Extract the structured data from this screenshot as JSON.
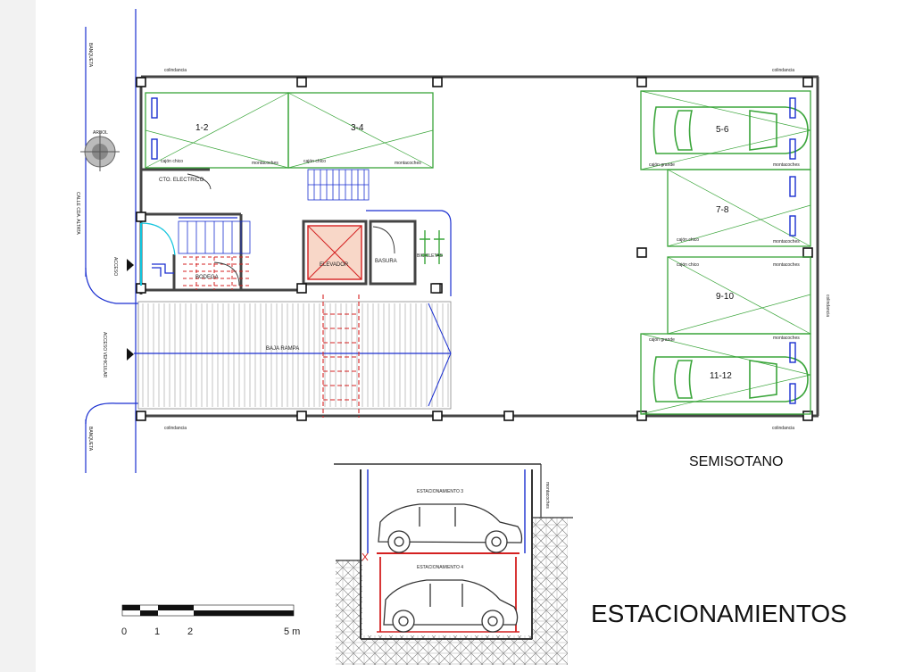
{
  "plan": {
    "title": "SEMISOTANO",
    "main_title": "ESTACIONAMIENTOS",
    "street": {
      "banqueta_top": "BANQUETA",
      "banqueta_bottom": "BANQUETA",
      "arbol": "ARBOL",
      "calle": "CALLE CDA. ALTATA",
      "acceso_peatonal": "ACCESO",
      "acceso_vehicular": "ACCESO VEHICULAR"
    },
    "colindancia": "colindancia",
    "rooms": {
      "cto_electrico": "CTO. ELECTRICO",
      "bodega": "BODEGA",
      "elevador": "ELEVADOR",
      "basura": "BASURA",
      "bicicletas": "BICICLETAS",
      "baja_rampa": "BAJA RAMPA"
    },
    "spots": [
      {
        "label": "1-2"
      },
      {
        "label": "3-4"
      },
      {
        "label": "5-6"
      },
      {
        "label": "7-8"
      },
      {
        "label": "9-10"
      },
      {
        "label": "11-12"
      }
    ],
    "tags": {
      "cajon_chico": "cajón chico",
      "cajon_grande": "cajón grande",
      "montacoches": "montacoches"
    }
  },
  "section": {
    "upper": "ESTACIONAMIENTO 3",
    "lower": "ESTACIONAMIENTO 4",
    "side_label": "montacoches"
  },
  "scale": {
    "ticks": [
      "0",
      "1",
      "2",
      "5 m"
    ]
  },
  "colors": {
    "wall": "#444444",
    "green": "#3aa53a",
    "blue": "#1a2fd0",
    "red": "#d42020",
    "cyan": "#11c4dd"
  }
}
